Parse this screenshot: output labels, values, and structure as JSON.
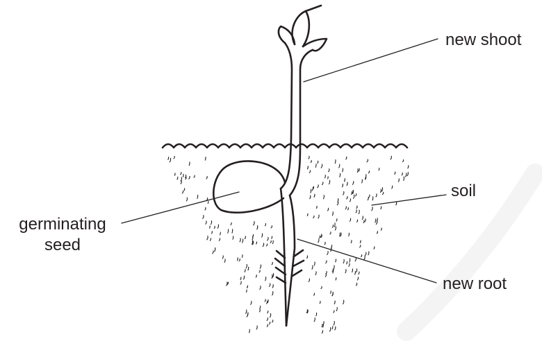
{
  "labels": {
    "shoot": "new shoot",
    "soil": "soil",
    "seed_line1": "germinating",
    "seed_line2": "seed",
    "root": "new root"
  },
  "colors": {
    "ink": "#231f20",
    "background": "#ffffff",
    "watermark": "#f4f4f4"
  }
}
